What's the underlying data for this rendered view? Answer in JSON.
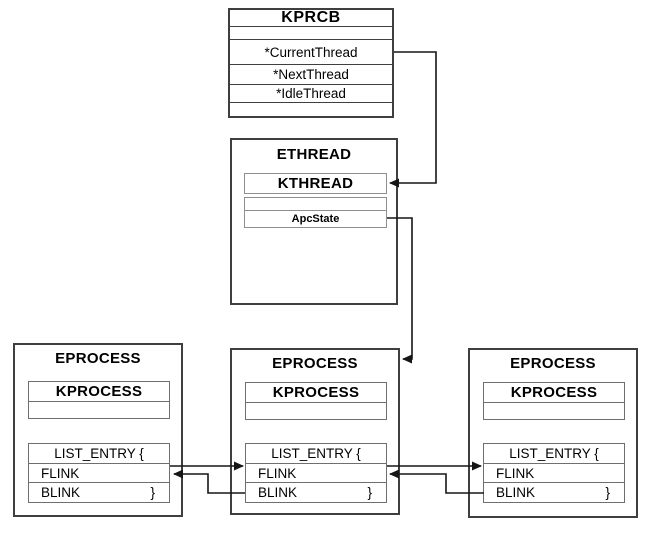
{
  "kprcb": {
    "title": "KPRCB",
    "fields": [
      "*CurrentThread",
      "*NextThread",
      "*IdleThread"
    ]
  },
  "ethread": {
    "title": "ETHREAD",
    "kthread_title": "KTHREAD",
    "apc_state_label": "ApcState"
  },
  "eprocess_boxes": [
    {
      "title": "EPROCESS",
      "kprocess_title": "KPROCESS",
      "list_entry_label": "LIST_ENTRY {",
      "flink_label": "FLINK",
      "blink_label": "BLINK",
      "closing_brace": "}"
    },
    {
      "title": "EPROCESS",
      "kprocess_title": "KPROCESS",
      "list_entry_label": "LIST_ENTRY {",
      "flink_label": "FLINK",
      "blink_label": "BLINK",
      "closing_brace": "}"
    },
    {
      "title": "EPROCESS",
      "kprocess_title": "KPROCESS",
      "list_entry_label": "LIST_ENTRY {",
      "flink_label": "FLINK",
      "blink_label": "BLINK",
      "closing_brace": "}"
    }
  ],
  "colors": {
    "outer_border": "#3f3f3f",
    "inner_border": "#6f6f6f",
    "light_inner_border": "#8f8f8f",
    "arrow": "#161616",
    "background": "#ffffff",
    "text": "#000000"
  }
}
